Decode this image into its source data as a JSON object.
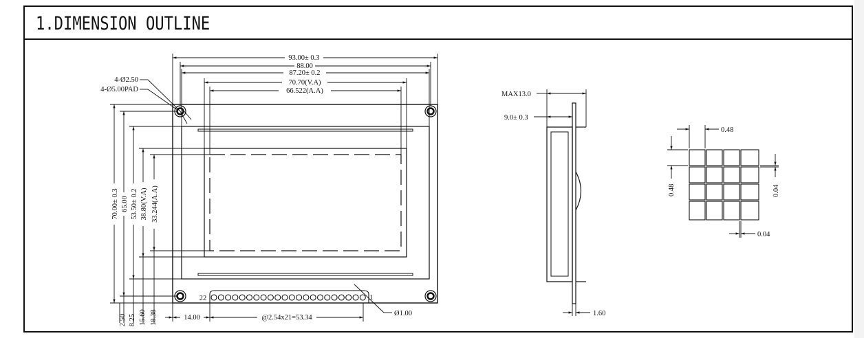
{
  "header": {
    "title": "1.DIMENSION OUTLINE"
  },
  "dims": {
    "overall_width": "93.00± 0.3",
    "mount_hole_span_w": "88.00",
    "pcb_width": "87.20± 0.2",
    "va_width": "70.70(V.A)",
    "aa_width": "66.522(A.A)",
    "hole_dia": "4-Ø2.50",
    "pad_dia": "4-Ø5.00PAD",
    "overall_height": "70.00± 0.3",
    "mount_hole_span_h": "65.00",
    "bezel_height": "53.50± 0.2",
    "va_height": "38.80(V.A)",
    "aa_height": "33.244(A.A)",
    "pin_offset_x": "14.00",
    "pin_pitch": "@2.54x21=53.34",
    "pin_hole_dia": "Ø1.00",
    "pin_first": "22",
    "pin_last": "1",
    "bot_2_50": "2.50",
    "bot_8_25": "8.25",
    "bot_15_60": "15.60",
    "bot_18_38": "18.38",
    "max_thickness": "MAX13.0",
    "module_thickness": "9.0± 0.3",
    "pcb_thickness": "1.60",
    "dot_size_w": "0.48",
    "dot_size_h": "0.48",
    "dot_gap_h": "0.04",
    "dot_gap_w": "0.04"
  }
}
